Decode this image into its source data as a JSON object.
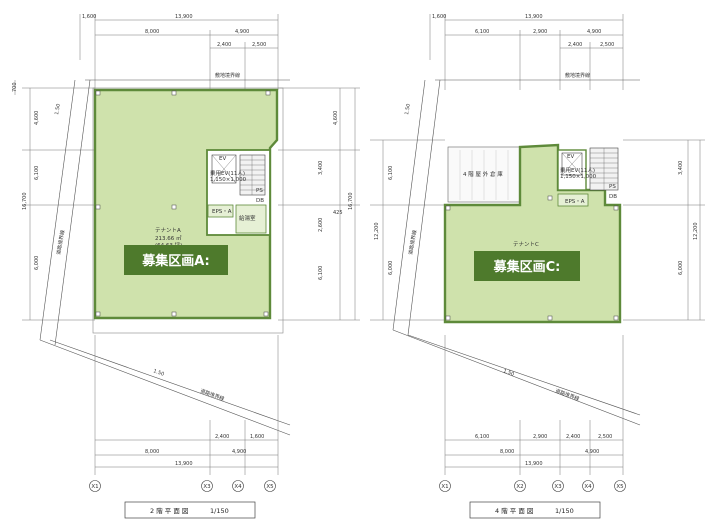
{
  "left_plan": {
    "caption": "2 階 平 面 図",
    "scale": "1/150",
    "recruit_label": "募集区画A:",
    "tenant_label": "テナントA",
    "tenant_area_m2": "213.66 ㎡",
    "tenant_area_tsubo": "(64.63 坪)",
    "ev_label": "EV",
    "ev_caption": "乗用EV(11人)",
    "ev_size": "1,150×1,000",
    "eps_label": "EPS・A",
    "util_label": "給湯室",
    "ps_label": "PS",
    "db_label": "DB",
    "site_boundary": "敷地境界線",
    "road_boundary": "道路境界線",
    "road_label_diag": "1.50",
    "top_dims": [
      "1,600",
      "13,900",
      "8,000",
      "4,900",
      "2,400",
      "2,500"
    ],
    "bottom_dims": [
      "8,000",
      "2,400",
      "1,600",
      "4,900",
      "13,900"
    ],
    "left_dims": [
      "4,600",
      "6,100",
      "16,700",
      "6,000"
    ],
    "right_dims": [
      "4,600",
      "3,400",
      "425",
      "2,600",
      "16,700",
      "6,100"
    ],
    "top_left_dim": "700",
    "grid_marks": [
      "X1",
      "X3",
      "X4",
      "X5"
    ]
  },
  "right_plan": {
    "caption": "4 階 平 面 図",
    "scale": "1/150",
    "recruit_label": "募集区画C:",
    "tenant_label": "テナントC",
    "balcony_label": "4 階 屋 外 倉 庫",
    "ev_label": "EV",
    "ev_caption": "乗用EV(11人)",
    "ev_size": "1,150×1,000",
    "eps_label": "EPS・A",
    "ps_label": "PS",
    "db_label": "DB",
    "site_boundary": "敷地境界線",
    "road_boundary": "道路境界線",
    "road_label_diag": "1.50",
    "top_dims": [
      "1,600",
      "13,900",
      "6,100",
      "2,900",
      "4,900",
      "2,400",
      "2,500"
    ],
    "bottom_dims": [
      "6,100",
      "2,900",
      "2,400",
      "2,500",
      "8,000",
      "4,900",
      "13,900"
    ],
    "left_dims": [
      "6,100",
      "12,200",
      "6,000"
    ],
    "right_dims": [
      "3,400",
      "12,200",
      "6,000"
    ],
    "grid_marks": [
      "X1",
      "X2",
      "X3",
      "X4",
      "X5"
    ]
  }
}
